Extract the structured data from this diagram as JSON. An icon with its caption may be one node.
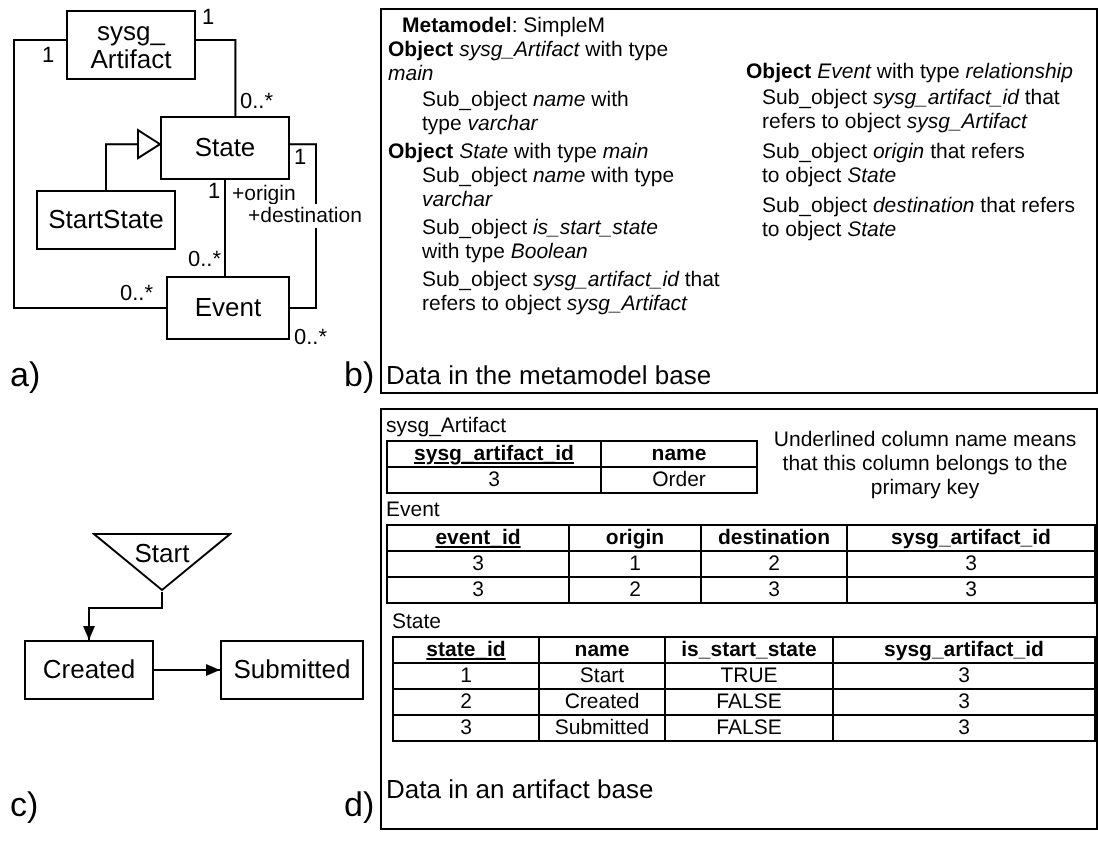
{
  "diagram": {
    "nodes": [
      {
        "text": [
          "sysg_ Artifact"
        ]
      },
      {
        "text": [
          "State"
        ]
      },
      {
        "text": [
          "StartState"
        ]
      },
      {
        "text": [
          "Event"
        ]
      },
      {
        "text": [
          "Start"
        ]
      },
      {
        "text": [
          "Created"
        ]
      },
      {
        "text": [
          "Submitted"
        ]
      },
      {
        "text": [
          "**Metamodel**: SimpleM",
          "**Object** *sysg_Artifact* with type *main*",
          "Sub_object *name* with type *varchar*",
          "**Object** *State* with type *main*",
          "Sub_object *name* with type *varchar*",
          "Sub_object *is_start_state* with type *Boolean*",
          "Sub_object *sysg_artifact_id* that refers to object *sysg_Artifact*",
          "**Object** *Event* with type *relationship*",
          "Sub_object *sysg_artifact_id* that refers to object *sysg_Artifact*",
          "Sub_object *origin* that refers to object *State*",
          "Sub_object *destination* that refers to object *State*",
          "Data in the metamodel base"
        ]
      },
      {
        "text": [
          "Data in an artifact base"
        ]
      }
    ],
    "edges": [
      {
        "from": 0,
        "to": 1,
        "arrow": "none"
      },
      {
        "from": 0,
        "to": 3,
        "arrow": "none"
      },
      {
        "from": 2,
        "to": 1,
        "arrow": "to"
      },
      {
        "from": 1,
        "to": 3,
        "arrow": "none",
        "label": "+origin"
      },
      {
        "from": 1,
        "to": 3,
        "arrow": "none",
        "label": "+destination"
      },
      {
        "from": 4,
        "to": 5,
        "arrow": "to"
      },
      {
        "from": 5,
        "to": 6,
        "arrow": "to"
      }
    ],
    "labels": [
      "1",
      "1",
      "0..*",
      "1",
      "1",
      "0..*",
      "0..*",
      "0..*",
      "a)",
      "b)",
      "c)",
      "d)",
      "sysg_Artifact",
      "sysg_artifact_id",
      "name",
      "3",
      "Order",
      "Underlined column name means that this column belongs to the primary key",
      "Event",
      "event_id",
      "origin",
      "destination",
      "sysg_artifact_id",
      "3",
      "1",
      "2",
      "3",
      "3",
      "2",
      "3",
      "3",
      "State",
      "state_id",
      "name",
      "is_start_state",
      "sysg_artifact_id",
      "1",
      "Start",
      "TRUE",
      "3",
      "2",
      "Created",
      "FALSE",
      "3",
      "3",
      "Submitted",
      "FALSE",
      "3"
    ]
  }
}
